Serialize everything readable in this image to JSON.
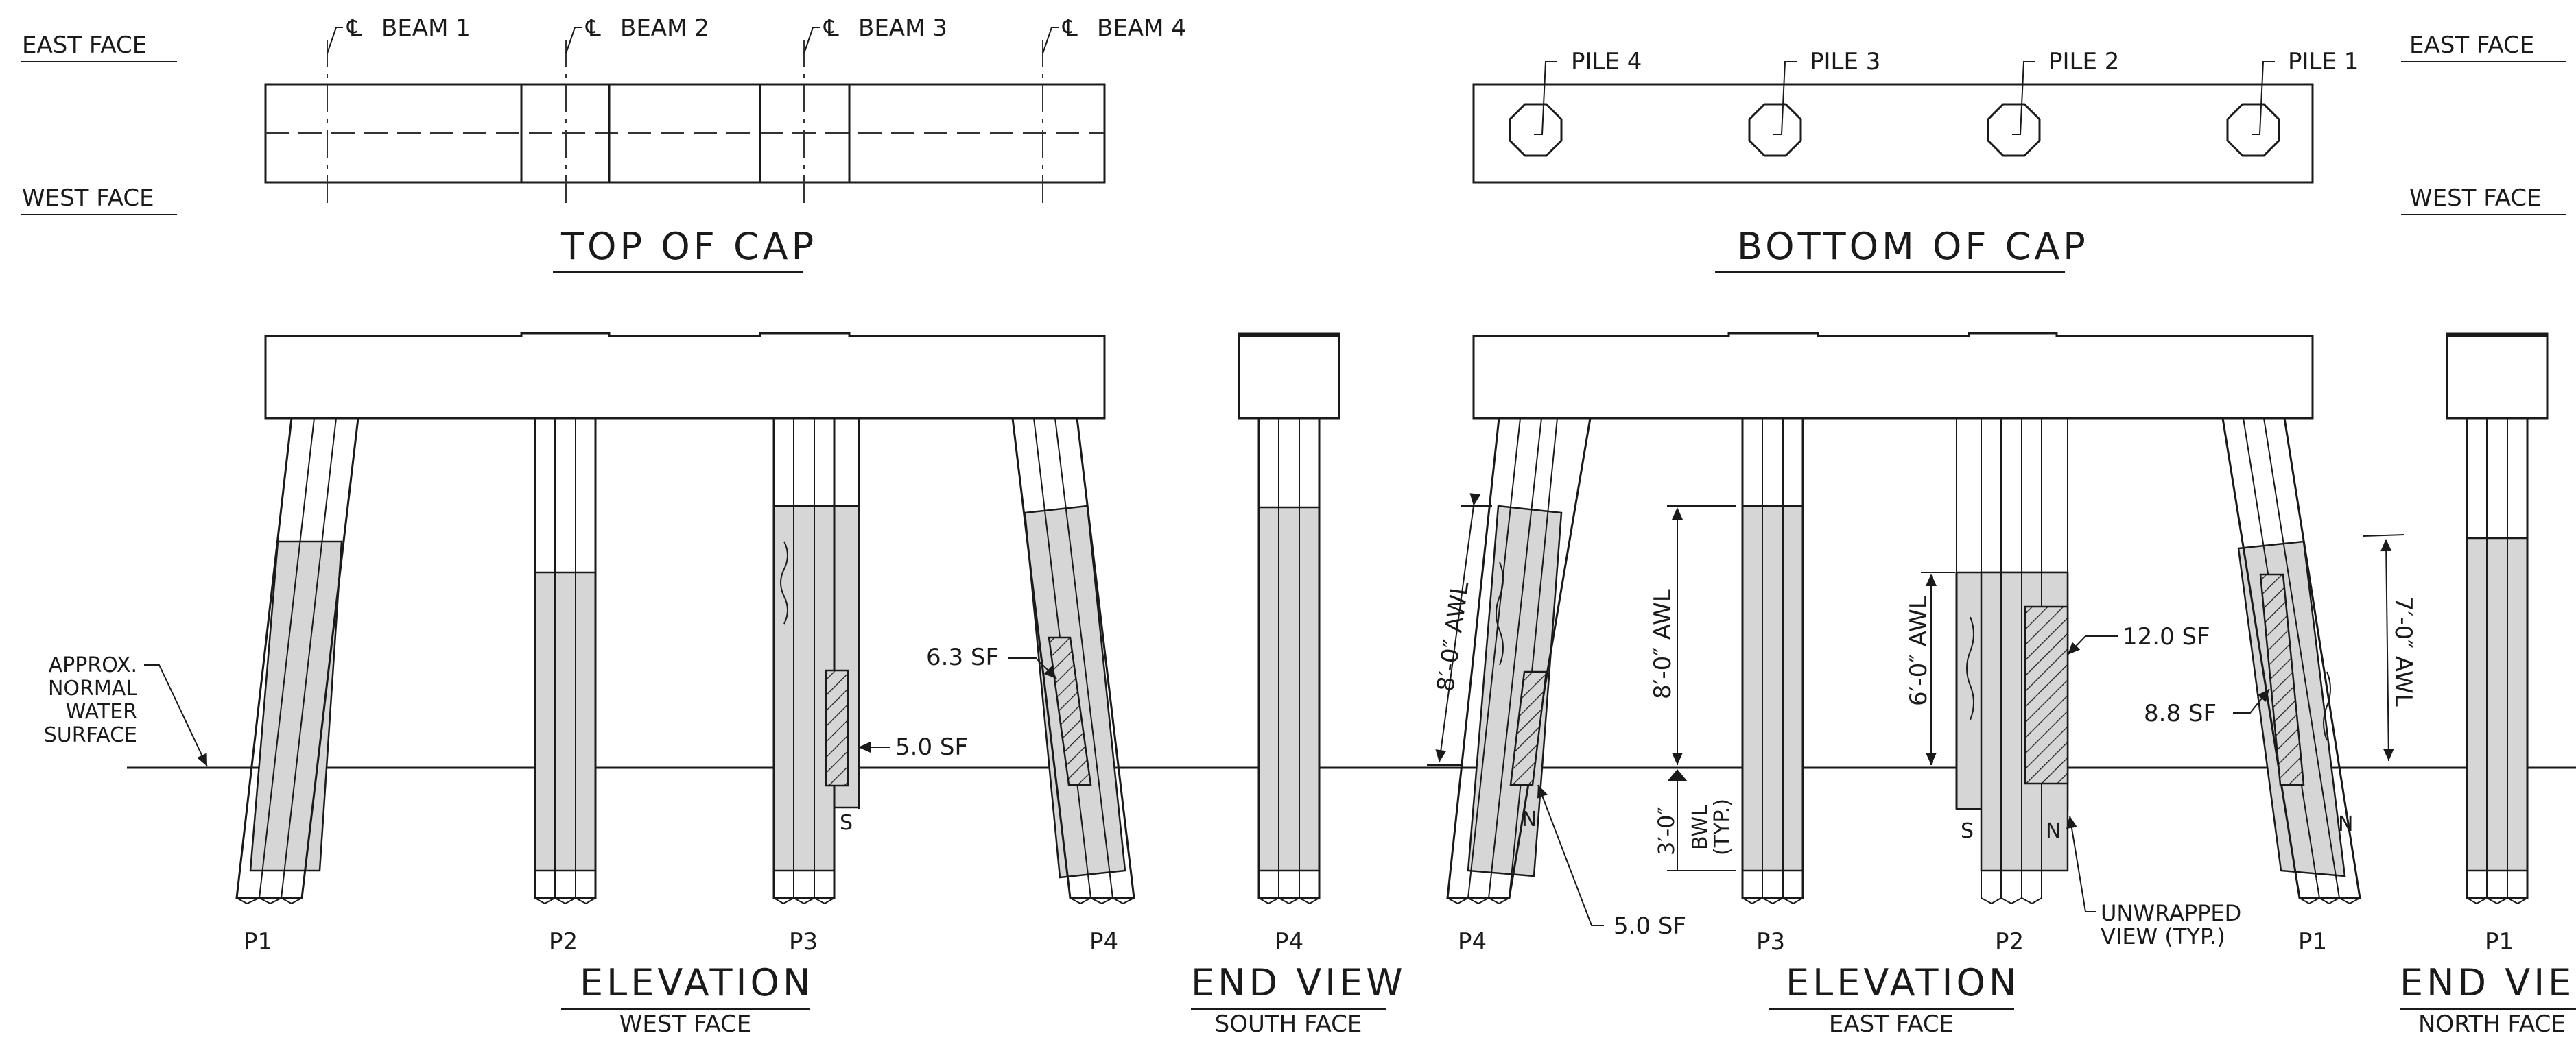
{
  "faces": {
    "east_left": "EAST FACE",
    "west_left": "WEST FACE",
    "east_right": "EAST FACE",
    "west_right": "WEST FACE"
  },
  "top_of_cap": {
    "title": "TOP OF CAP",
    "beams": [
      "BEAM 1",
      "BEAM 2",
      "BEAM 3",
      "BEAM 4"
    ],
    "centerline_symbol": "℄"
  },
  "bottom_of_cap": {
    "title": "BOTTOM OF CAP",
    "piles": [
      "PILE 4",
      "PILE 3",
      "PILE 2",
      "PILE 1"
    ]
  },
  "water_surface": {
    "line1": "APPROX.",
    "line2": "NORMAL",
    "line3": "WATER",
    "line4": "SURFACE"
  },
  "elevation_west": {
    "title": "ELEVATION",
    "subtitle": "WEST FACE",
    "pile_labels": [
      "P1",
      "P2",
      "P3",
      "P4"
    ],
    "area_p3": "5.0 SF",
    "area_p4": "6.3 SF",
    "marker_s": "S"
  },
  "end_view_south": {
    "title": "END VIEW",
    "subtitle": "SOUTH FACE",
    "pile_label": "P4"
  },
  "elevation_east": {
    "title": "ELEVATION",
    "subtitle": "EAST FACE",
    "pile_labels": [
      "P4",
      "P3",
      "P2",
      "P1"
    ],
    "awl_p4": "8′-0″ AWL",
    "awl_p3": "8′-0″ AWL",
    "awl_p2": "6′-0″ AWL",
    "awl_p1": "7′-0″ AWL",
    "bwl_dim": "3′-0″",
    "bwl_label": "BWL",
    "bwl_typ": "(TYP.)",
    "area_p4": "5.0 SF",
    "area_p2": "12.0 SF",
    "area_p1": "8.8 SF",
    "marker_n_p4": "N",
    "marker_s_p2": "S",
    "marker_n_p2": "N",
    "marker_n_p1": "N",
    "unwrapped_line1": "UNWRAPPED",
    "unwrapped_line2": "VIEW (TYP.)"
  },
  "end_view_north": {
    "title": "END VIEW",
    "subtitle": "NORTH FACE",
    "pile_label": "P1"
  }
}
